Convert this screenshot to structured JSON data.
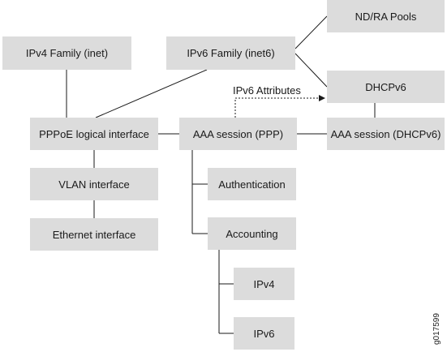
{
  "nodes": {
    "ipv4_family": "IPv4 Family (inet)",
    "ipv6_family": "IPv6 Family (inet6)",
    "nd_ra_pools": "ND/RA Pools",
    "dhcpv6": "DHCPv6",
    "pppoe_logical": "PPPoE logical interface",
    "aaa_ppp": "AAA session (PPP)",
    "aaa_dhcpv6": "AAA session (DHCPv6)",
    "vlan": "VLAN interface",
    "ethernet": "Ethernet interface",
    "authentication": "Authentication",
    "accounting": "Accounting",
    "ipv4": "IPv4",
    "ipv6": "IPv6"
  },
  "edge_label": "IPv6 Attributes",
  "figure_id": "g017599"
}
